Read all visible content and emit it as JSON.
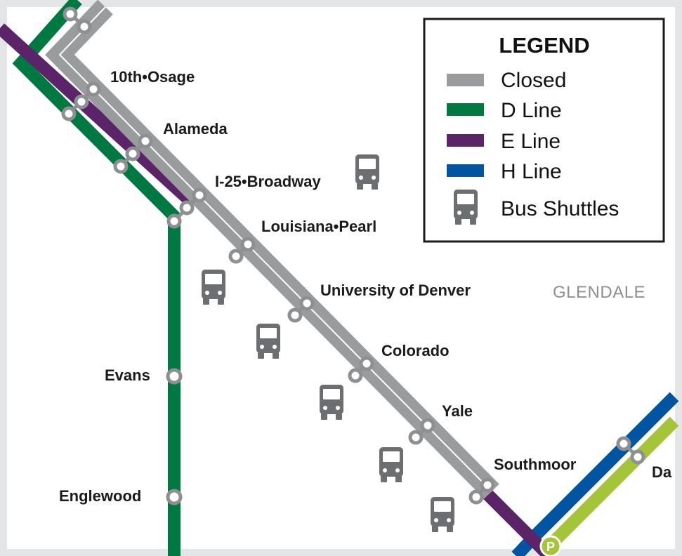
{
  "map": {
    "area_label": "GLENDALE",
    "stations": {
      "tenth_osage": "10th•Osage",
      "alameda": "Alameda",
      "i25_broadway": "I-25•Broadway",
      "louisiana_pearl": "Louisiana•Pearl",
      "university_of_denver": "University of Denver",
      "colorado": "Colorado",
      "yale": "Yale",
      "southmoor": "Southmoor",
      "evans": "Evans",
      "englewood": "Englewood",
      "partial_right": "Da",
      "marker_bottom": "P"
    }
  },
  "legend": {
    "title": "LEGEND",
    "items": [
      {
        "label": "Closed",
        "color": "#9a9b9d"
      },
      {
        "label": "D Line",
        "color": "#007841"
      },
      {
        "label": "E Line",
        "color": "#5b2468"
      },
      {
        "label": "H Line",
        "color": "#0054a0"
      },
      {
        "label": "Bus Shuttles",
        "icon": "bus-icon",
        "color": "#6d6e71"
      }
    ]
  },
  "colors": {
    "closed": "#9a9b9d",
    "d_line": "#007841",
    "e_line": "#5b2468",
    "h_line": "#0054a0",
    "light_rail_green": "#a6c43a",
    "bus": "#6d6e71",
    "frame": "#e4e5e7"
  }
}
